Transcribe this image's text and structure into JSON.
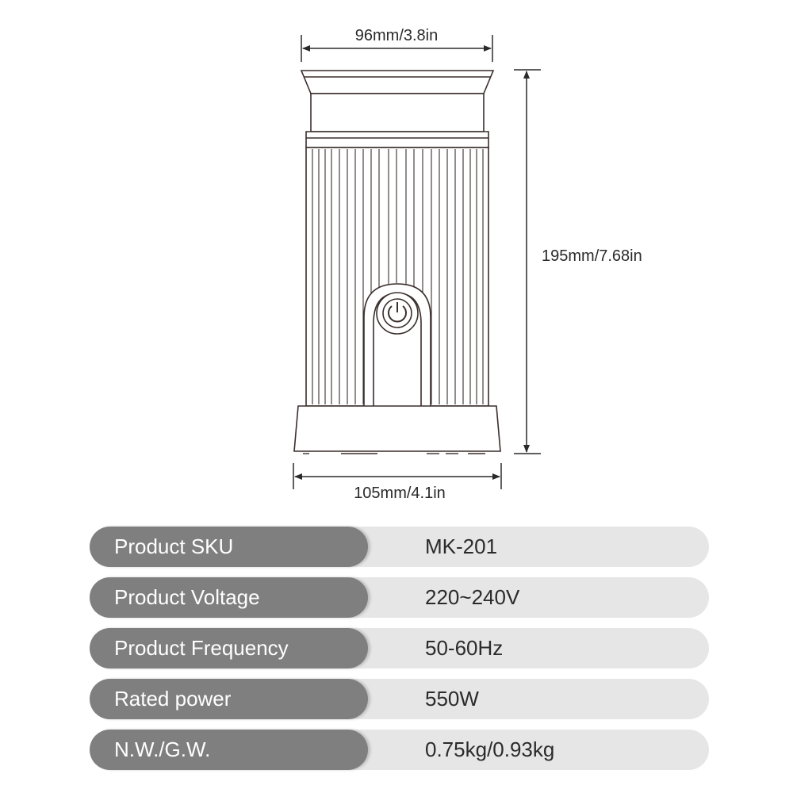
{
  "dimensions": {
    "top_width": "96mm/3.8in",
    "height": "195mm/7.68in",
    "base_width": "105mm/4.1in"
  },
  "product": {
    "power_button_icon": "power-icon"
  },
  "colors": {
    "label_bg": "#7f7f7f",
    "row_bg": "#e6e6e6",
    "outline": "#3a2f2c"
  },
  "specs": [
    {
      "label": "Product SKU",
      "value": "MK-201"
    },
    {
      "label": "Product Voltage",
      "value": "220~240V"
    },
    {
      "label": "Product Frequency",
      "value": "50-60Hz"
    },
    {
      "label": "Rated power",
      "value": "550W"
    },
    {
      "label": "N.W./G.W.",
      "value": "0.75kg/0.93kg"
    }
  ]
}
